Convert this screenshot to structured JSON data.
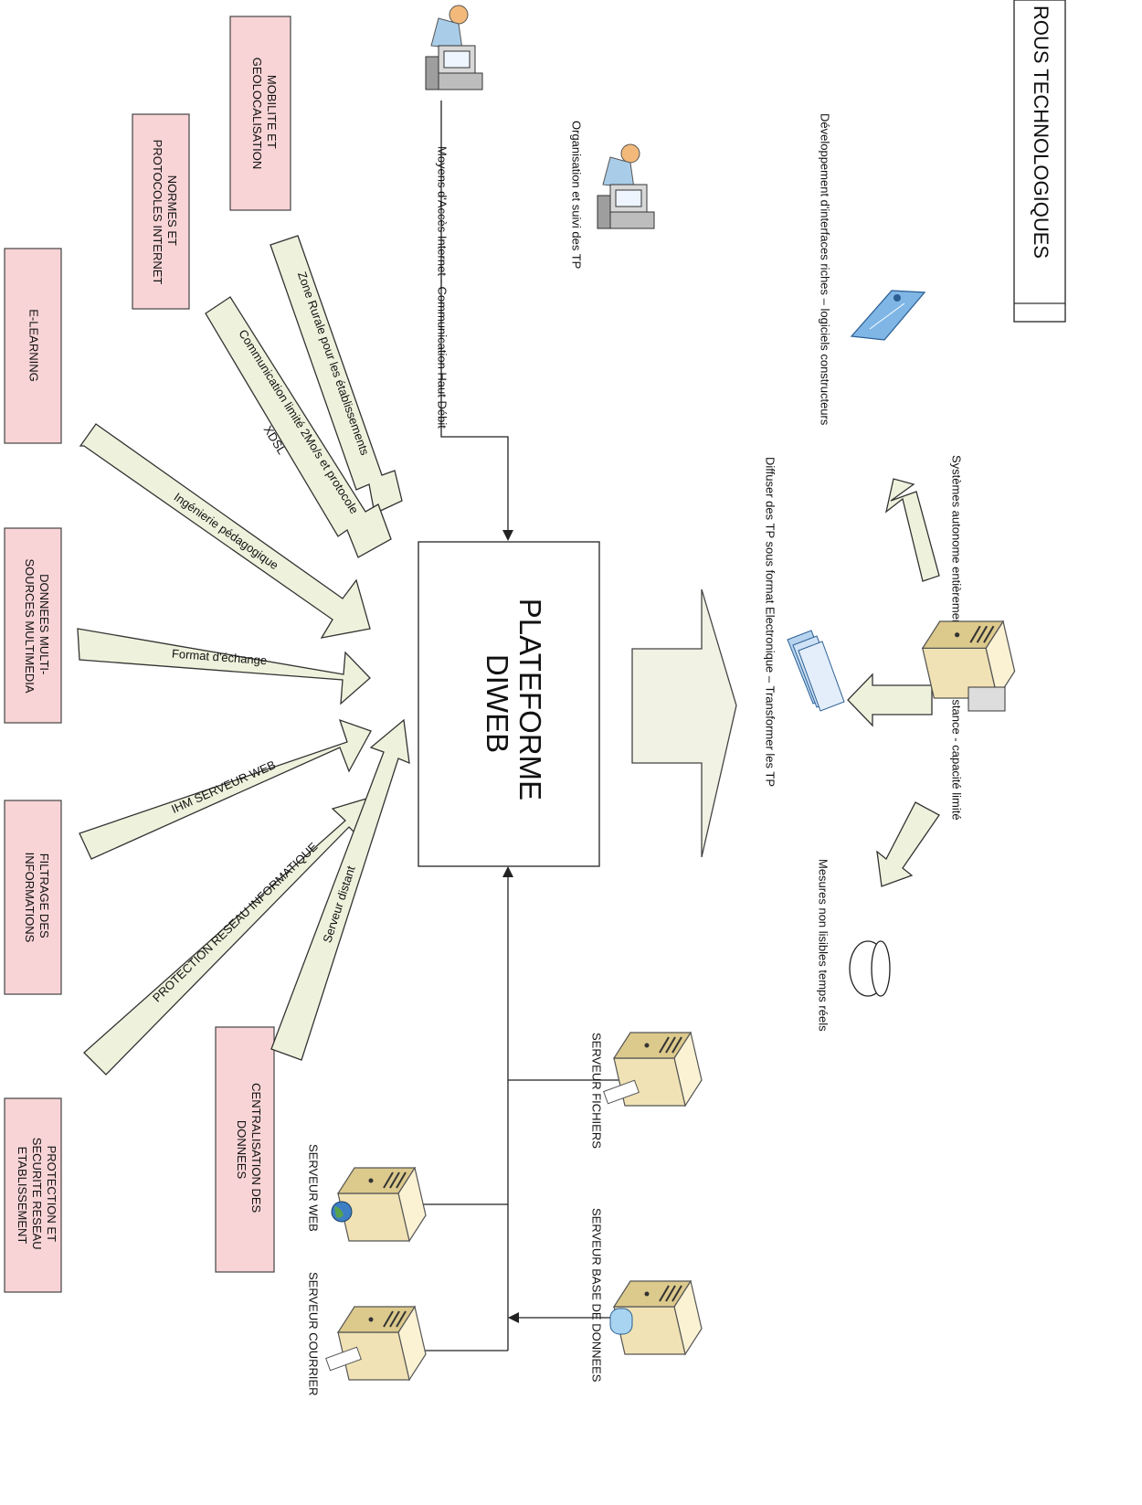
{
  "header": {
    "title": "ROUS TECHNOLOGIQUES"
  },
  "platform": {
    "line1": "PLATEFORME",
    "line2": "DIWEB"
  },
  "domains": [
    {
      "id": "mobilite",
      "lines": [
        "MOBILITE ET",
        "GEOLOCALISATION"
      ]
    },
    {
      "id": "normes",
      "lines": [
        "NORMES ET",
        "PROTOCOLES INTERNET"
      ]
    },
    {
      "id": "elearning",
      "lines": [
        "E-LEARNING"
      ]
    },
    {
      "id": "donnees",
      "lines": [
        "DONNEES MULTI-",
        "SOURCES MULTIMEDIA"
      ]
    },
    {
      "id": "filtrage",
      "lines": [
        "FILTRAGE DES",
        "INFORMATIONS"
      ]
    },
    {
      "id": "protection",
      "lines": [
        "PROTECTION ET",
        "SECURITE RESEAU",
        "ETABLISSEMENT"
      ]
    },
    {
      "id": "centralisation",
      "lines": [
        "CENTRALISATION DES",
        "DONNEES"
      ]
    }
  ],
  "arrows": {
    "zone_rurale": "Zone Rurale pour les établissements",
    "communication": "Communication limité 2Mo/s et protocole",
    "xdsl": "XDSL",
    "ingenierie": "Ingénierie pédagogique",
    "format": "Format d'échange",
    "ihm": "IHM SERVEUR WEB",
    "protection_reseau": "PROTECTION RESEAU INFORMATIQUE",
    "serveur_distant": "Serveur distant"
  },
  "annotations": {
    "moyens": "Moyens d'Accès Internet - Communication Haut Débit",
    "organisation": "Organisation et suivi des TP",
    "dev_interfaces": "Développement d'interfaces riches – logiciels constructeurs",
    "diffuser": "Diffuser des TP sous format Electronique – Transformer les TP",
    "systemes": "Systèmes autonome entièrement pilotable à distance - capacité limité",
    "mesures": "Mesures non lisibles temps réels"
  },
  "servers": {
    "fichiers": "SERVEUR FICHIERS",
    "bdd": "SERVEUR BASE DE DONNEES",
    "web": "SERVEUR WEB",
    "courrier": "SERVEUR COURRIER"
  },
  "icons": [
    "user-workstation-icon",
    "server-icon",
    "database-icon",
    "documents-icon",
    "web-page-icon",
    "globe-icon"
  ]
}
